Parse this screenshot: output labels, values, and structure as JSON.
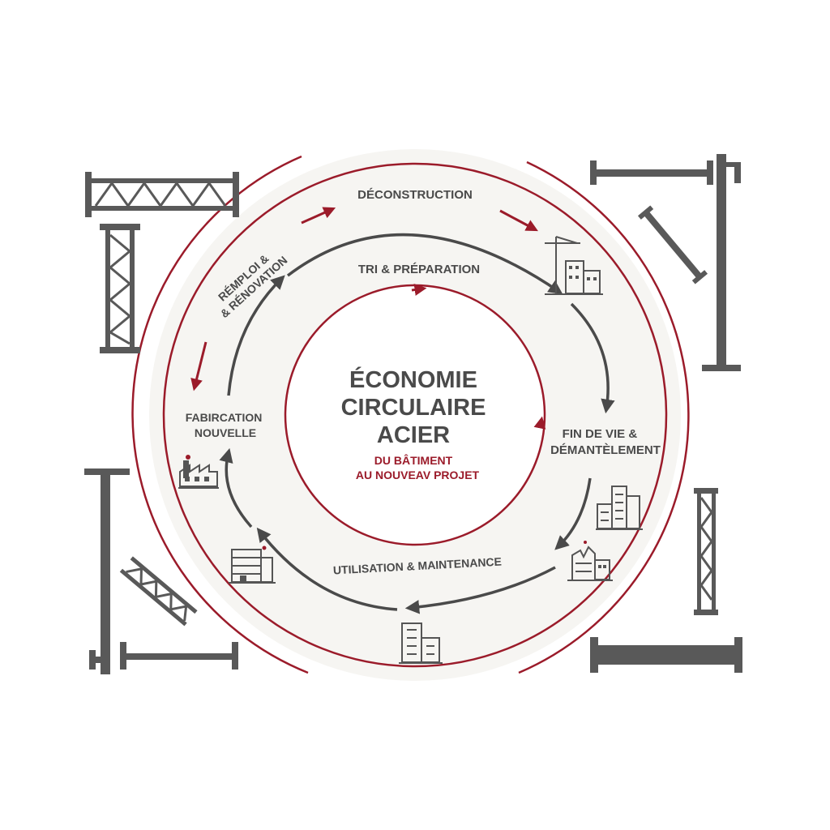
{
  "colors": {
    "accent_red": "#9b1b2a",
    "dark_gray": "#4a4a4a",
    "steel_gray": "#595959",
    "background_disc": "#f6f5f2"
  },
  "center": {
    "title_line1": "ÉCONOMIE",
    "title_line2": "CIRCULAIRE",
    "title_line3": "ACIER",
    "subtitle_line1": "DU BÂTIMENT",
    "subtitle_line2": "AU NOUVEAV PROJET"
  },
  "stages": {
    "deconstruction": "DÉCONSTRUCTION",
    "tri": "TRI & PRÉPARATION",
    "fin_vie_line1": "FIN DE VIE &",
    "fin_vie_line2": "DÉMANTÈLEMENT",
    "utilisation": "UTILISATION & MAINTENANCE",
    "fabrication_line1": "FABIRCATION",
    "fabrication_line2": "NOUVELLE",
    "remploi_line1": "RÉMPLOI &",
    "remploi_line2": "& RÉNOVATION"
  },
  "icons": [
    "crane-building-icon",
    "factory-icon",
    "office-building-icon",
    "city-towers-icon",
    "demolition-building-icon",
    "apartment-building-icon"
  ]
}
